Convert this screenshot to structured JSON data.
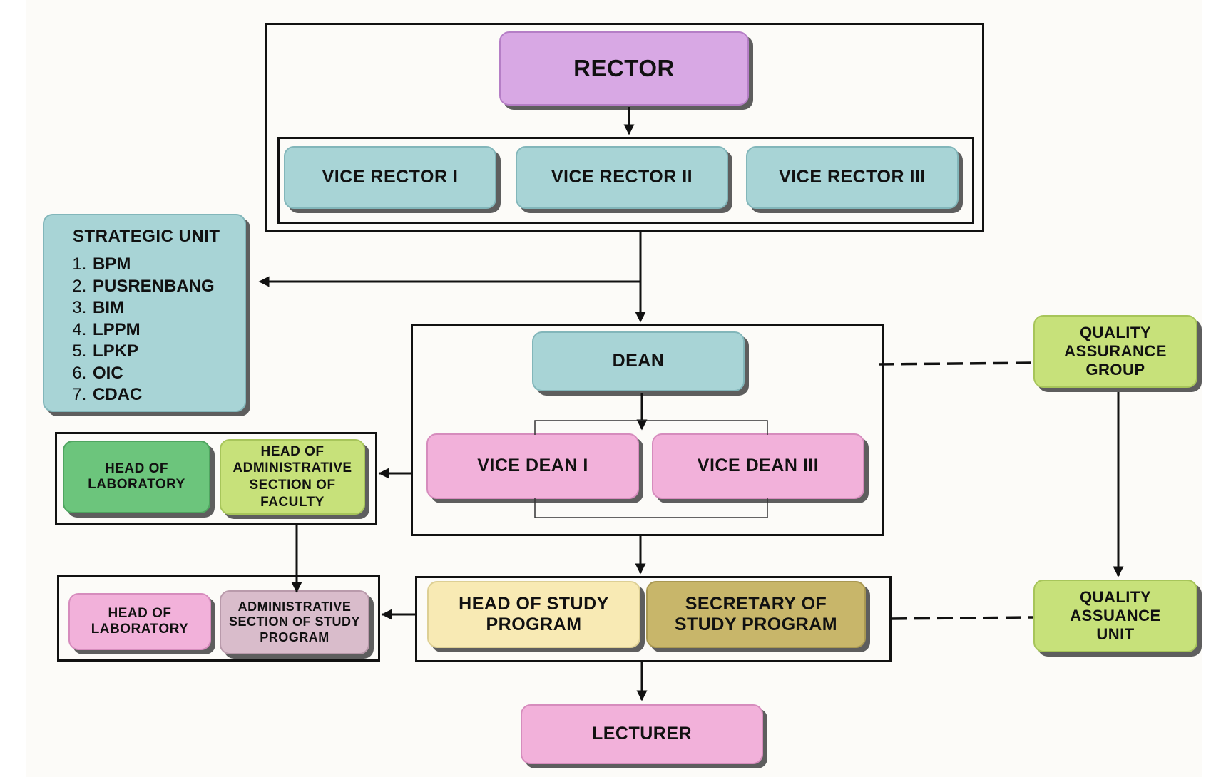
{
  "rector": "RECTOR",
  "vice_rectors": [
    "VICE RECTOR I",
    "VICE RECTOR II",
    "VICE RECTOR III"
  ],
  "strategic_unit": {
    "title": "STRATEGIC UNIT",
    "items": [
      "BPM",
      "PUSRENBANG",
      "BIM",
      "LPPM",
      "LPKP",
      "OIC",
      "CDAC"
    ]
  },
  "dean": "DEAN",
  "vice_deans": [
    "VICE DEAN I",
    "VICE DEAN III"
  ],
  "quality_assurance_group": "QUALITY ASSURANCE GROUP",
  "quality_assurance_unit": "QUALITY ASSUANCE UNIT",
  "faculty_units": {
    "head_of_laboratory": "HEAD OF LABORATORY",
    "head_admin_section": "HEAD OF ADMINISTRATIVE SECTION OF FACULTY"
  },
  "study_program_support": {
    "head_of_laboratory": "HEAD OF LABORATORY",
    "admin_section": "ADMINISTRATIVE SECTION OF STUDY PROGRAM"
  },
  "study_program": {
    "head": "HEAD OF STUDY PROGRAM",
    "secretary": "SECRETARY OF STUDY PROGRAM"
  },
  "lecturer": "LECTURER",
  "colors": {
    "purple": "#d8a8e4",
    "teal": "#a8d4d6",
    "pink": "#f2b1da",
    "lime": "#c7e17a",
    "green": "#6cc57c",
    "mauve": "#d9bccb",
    "cream": "#f8eab4",
    "olive": "#c8b66a"
  }
}
